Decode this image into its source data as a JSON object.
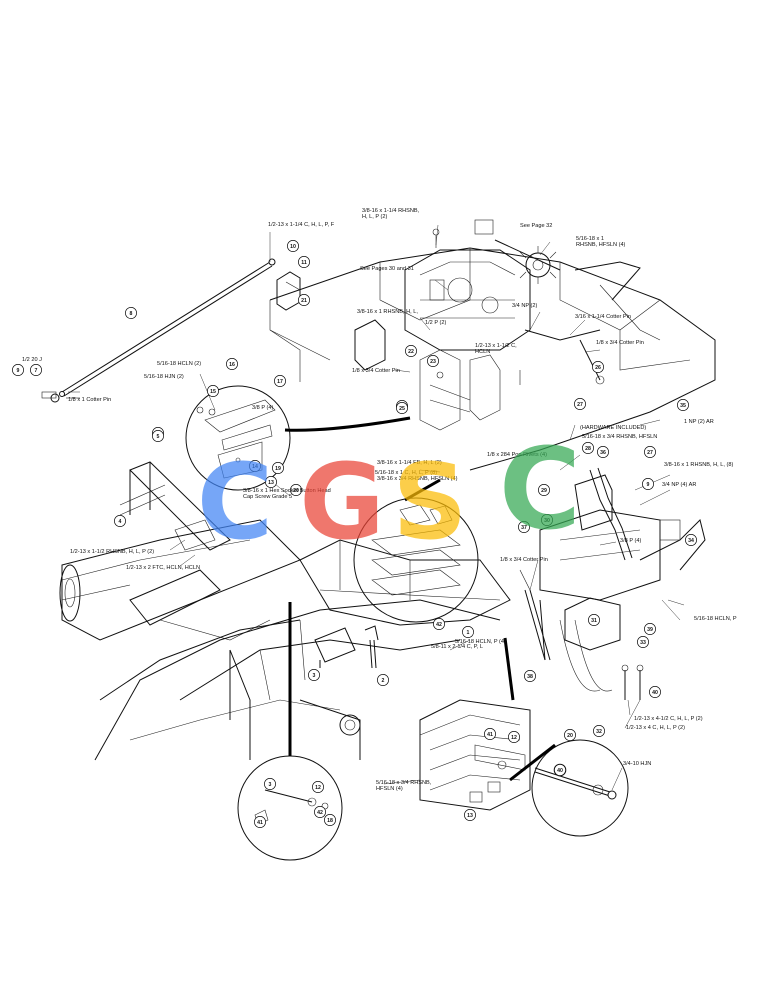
{
  "diagram": {
    "callouts": [
      {
        "text": "1/2-13 x 1-1/4 C, H, L, P, F"
      },
      {
        "text": "3/8-16 x 1-1/4 RHSNB,"
      },
      {
        "text": "H, L, P (2)"
      },
      {
        "text": "See Page 32"
      },
      {
        "text": "5/16-18 x 1"
      },
      {
        "text": "RHSNB, HFSLN (4)"
      },
      {
        "text": "See Pages 30 and 31"
      },
      {
        "text": "3/8-16 x 1 RHSNB, H, L,"
      },
      {
        "text": "1/2 P (2)"
      },
      {
        "text": "3/4 NP (2)"
      },
      {
        "text": "3/16 x 1-1/4 Cotter Pin"
      },
      {
        "text": "1/8 x 3/4 Cotter Pin"
      },
      {
        "text": "1/2-13 x 1-1/2 C,"
      },
      {
        "text": "HCLN"
      },
      {
        "text": "1/8 x 3/4 Cotter Pin"
      },
      {
        "text": "1/2 20 J"
      },
      {
        "text": "1/8 x 1 Cotter Pin"
      },
      {
        "text": "5/16-18 HCLN (2)"
      },
      {
        "text": "5/16-18 HJN (2)"
      },
      {
        "text": "3/8 P (4)"
      },
      {
        "text": "(HARDWARE INCLUDED)"
      },
      {
        "text": "5/16-18 x 3/4 RHSNB, HFSLN"
      },
      {
        "text": "1 NP (2) AR"
      },
      {
        "text": "5/16-18 x 1 C, H, L, P (8)"
      },
      {
        "text": "3/8-16 x 1-1/4 FB, H, L (2)"
      },
      {
        "text": "3/8-16 x 3/4 RHSNB, HFSLN (4)"
      },
      {
        "text": "1/8 x 284 Pop Rivets (4)"
      },
      {
        "text": "5/16-18 HCLN, P"
      },
      {
        "text": "3/8-16 x 1 RHSNB, H, L, (8)"
      },
      {
        "text": "3/4 NP (4) AR"
      },
      {
        "text": "3/8-16 x 1 Hex Socket Button Head"
      },
      {
        "text": "Cap Screw Grade 5"
      },
      {
        "text": "1/2-13 x 1-1/2 RHSNB, H, L, P (2)"
      },
      {
        "text": "1/2-13 x 2 FTC, HCLN, HCLN"
      },
      {
        "text": "3/8 P (4)"
      },
      {
        "text": "1/8 x 3/4 Cotter Pin"
      },
      {
        "text": "5/16-18 HCLN, P (4)"
      },
      {
        "text": "5/8-11 x 2-1/4 C, P, L"
      },
      {
        "text": "1/2-13 x 4-1/2 C, H, L, P (2)"
      },
      {
        "text": "1/2-13 x 4 C, H, L, P (2)"
      },
      {
        "text": "3/4-10 HJN"
      },
      {
        "text": "5/16-18 x 3/4 RHSNB,"
      },
      {
        "text": "HFSLN (4)"
      }
    ],
    "parts": [
      "8",
      "7",
      "9",
      "6",
      "10",
      "11",
      "5",
      "4",
      "16",
      "15",
      "17",
      "13",
      "14",
      "3",
      "2",
      "20",
      "19",
      "21",
      "22",
      "23",
      "24",
      "25",
      "26",
      "27",
      "28",
      "29",
      "30",
      "31",
      "32",
      "33",
      "34",
      "35",
      "36",
      "37",
      "38",
      "39",
      "40",
      "41",
      "42",
      "1",
      "12",
      "13",
      "18",
      "3",
      "40",
      "12",
      "41",
      "42",
      "20",
      "27",
      "9"
    ],
    "watermark": {
      "letters": "CGSC",
      "colors": [
        "#4285F4",
        "#EA4335",
        "#FBBC05",
        "#34A853"
      ]
    }
  }
}
